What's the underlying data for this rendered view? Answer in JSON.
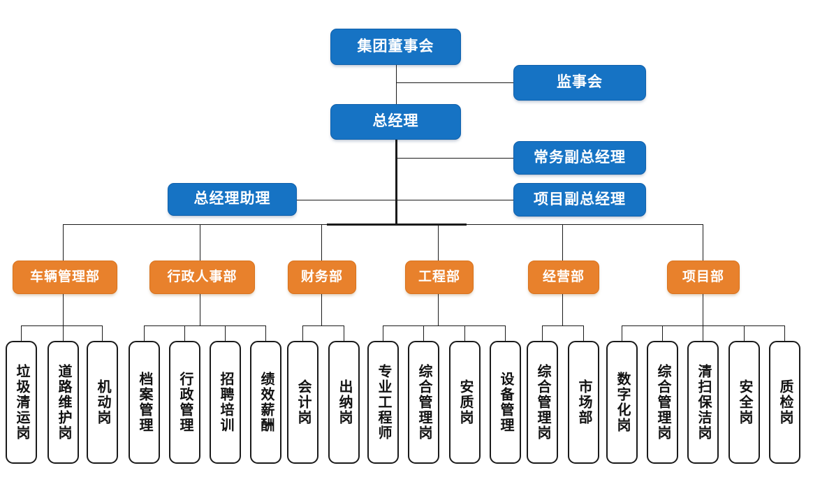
{
  "meta": {
    "colors": {
      "executive_blue": "#1673C4",
      "department_orange": "#E8812C",
      "line": "#1a1a1a",
      "leaf_bg": "#ffffff",
      "leaf_text": "#111111",
      "canvas": "#ffffff"
    }
  },
  "executive": {
    "board": "集团董事会",
    "supervisory_board": "监事会",
    "general_manager": "总经理",
    "executive_deputy_gm": "常务副总经理",
    "project_deputy_gm": "项目副总经理",
    "gm_assistant": "总经理助理"
  },
  "departments": [
    {
      "name": "车辆管理部",
      "positions": [
        "垃圾清运岗",
        "道路维护岗",
        "机动岗"
      ]
    },
    {
      "name": "行政人事部",
      "positions": [
        "档案管理",
        "行政管理",
        "招聘培训",
        "绩效薪酬"
      ]
    },
    {
      "name": "财务部",
      "positions": [
        "会计岗",
        "出纳岗"
      ]
    },
    {
      "name": "工程部",
      "positions": [
        "专业工程师",
        "综合管理岗",
        "安质岗",
        "设备管理"
      ]
    },
    {
      "name": "经营部",
      "positions": [
        "综合管理岗",
        "市场部"
      ]
    },
    {
      "name": "项目部",
      "positions": [
        "数字化岗",
        "综合管理岗",
        "清扫保洁岗",
        "安全岗",
        "质检岗"
      ]
    }
  ]
}
